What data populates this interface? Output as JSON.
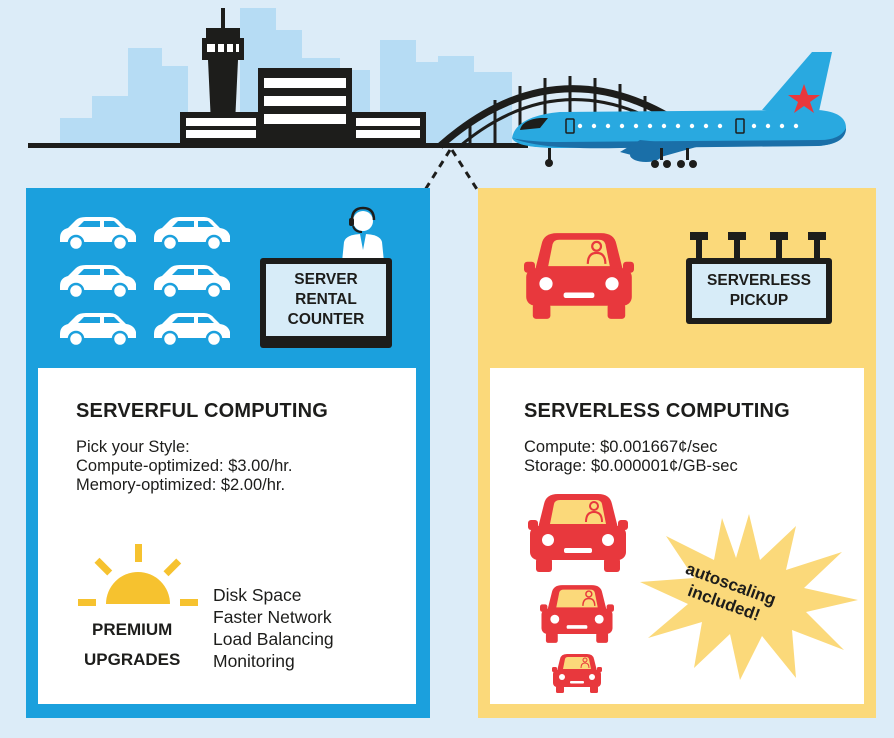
{
  "colors": {
    "background": "#dcecf8",
    "serverful_panel": "#1ba0dd",
    "serverless_panel": "#fbd97a",
    "car_red": "#e8383d",
    "sun_yellow": "#f6c22f",
    "plane_blue": "#29a9e0",
    "dark": "#1d1d1b"
  },
  "serverful": {
    "counter_sign": [
      "SERVER",
      "RENTAL",
      "COUNTER"
    ],
    "title": "SERVERFUL COMPUTING",
    "pricing": [
      "Pick your Style:",
      "Compute-optimized: $3.00/hr.",
      "Memory-optimized: $2.00/hr."
    ],
    "upgrades_label": [
      "PREMIUM",
      "UPGRADES"
    ],
    "upgrades": [
      "Disk Space",
      "Faster Network",
      "Load Balancing",
      "Monitoring"
    ]
  },
  "serverless": {
    "pickup_sign": [
      "SERVERLESS",
      "PICKUP"
    ],
    "title": "SERVERLESS COMPUTING",
    "pricing": [
      "Compute: $0.001667¢/sec",
      "Storage: $0.000001¢/GB-sec"
    ],
    "burst": [
      "autoscaling",
      "included!"
    ]
  },
  "icons": [
    "skyline",
    "control-tower",
    "terminal-building",
    "bridge-arch",
    "airplane",
    "star-icon",
    "car-icon",
    "attendant-icon",
    "sun-icon",
    "driver-icon"
  ]
}
